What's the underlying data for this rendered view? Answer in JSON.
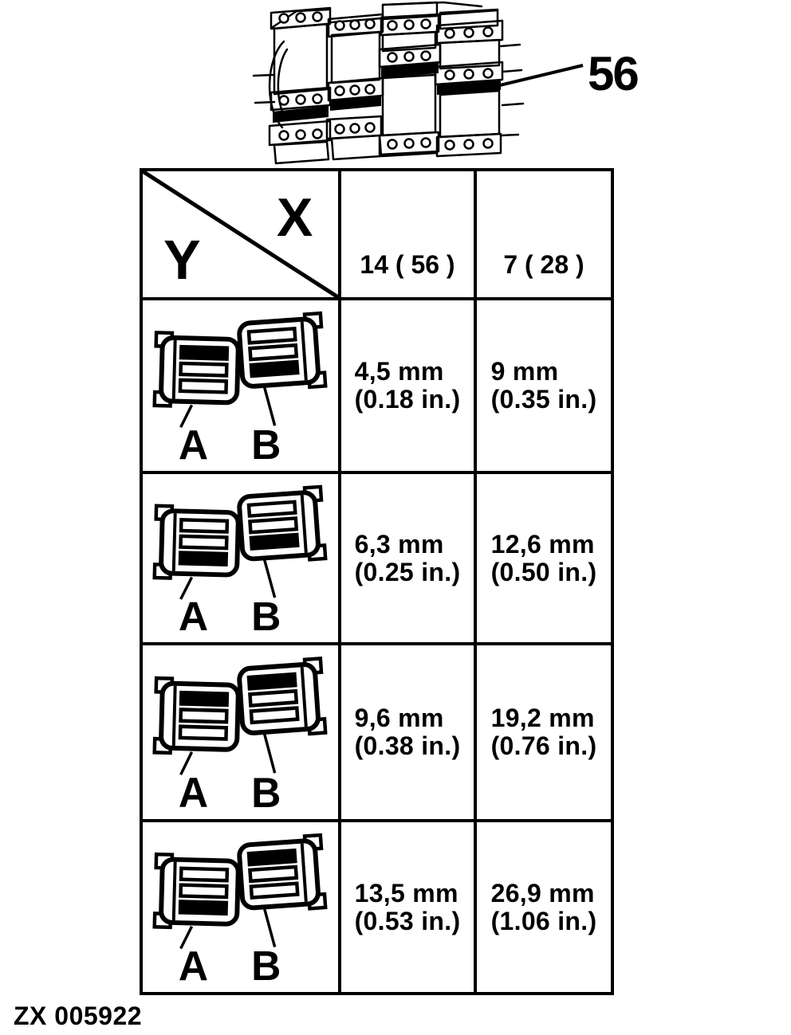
{
  "colors": {
    "ink": "#000000",
    "paper": "#ffffff"
  },
  "figure": {
    "callout_label": "56"
  },
  "matrix_table": {
    "corner": {
      "x_label": "X",
      "y_label": "Y"
    },
    "column_headers": [
      "14 ( 56 )",
      "7 ( 28 )"
    ],
    "rows": [
      {
        "connector_a": {
          "label": "A",
          "slots": [
            "filled",
            "empty",
            "empty"
          ]
        },
        "connector_b": {
          "label": "B",
          "slots": [
            "empty",
            "empty",
            "filled"
          ]
        },
        "col1": {
          "mm": "4,5 mm",
          "inch": "(0.18 in.)"
        },
        "col2": {
          "mm": "9 mm",
          "inch": "(0.35 in.)"
        }
      },
      {
        "connector_a": {
          "label": "A",
          "slots": [
            "empty",
            "empty",
            "filled"
          ]
        },
        "connector_b": {
          "label": "B",
          "slots": [
            "empty",
            "empty",
            "filled"
          ]
        },
        "col1": {
          "mm": "6,3 mm",
          "inch": "(0.25 in.)"
        },
        "col2": {
          "mm": "12,6 mm",
          "inch": "(0.50 in.)"
        }
      },
      {
        "connector_a": {
          "label": "A",
          "slots": [
            "filled",
            "empty",
            "empty"
          ]
        },
        "connector_b": {
          "label": "B",
          "slots": [
            "filled",
            "empty",
            "empty"
          ]
        },
        "col1": {
          "mm": "9,6 mm",
          "inch": "(0.38 in.)"
        },
        "col2": {
          "mm": "19,2 mm",
          "inch": "(0.76 in.)"
        }
      },
      {
        "connector_a": {
          "label": "A",
          "slots": [
            "empty",
            "empty",
            "filled"
          ]
        },
        "connector_b": {
          "label": "B",
          "slots": [
            "filled",
            "empty",
            "empty"
          ]
        },
        "col1": {
          "mm": "13,5 mm",
          "inch": "(0.53 in.)"
        },
        "col2": {
          "mm": "26,9 mm",
          "inch": "(1.06 in.)"
        }
      }
    ]
  },
  "footer": {
    "figure_code": "ZX 005922"
  }
}
